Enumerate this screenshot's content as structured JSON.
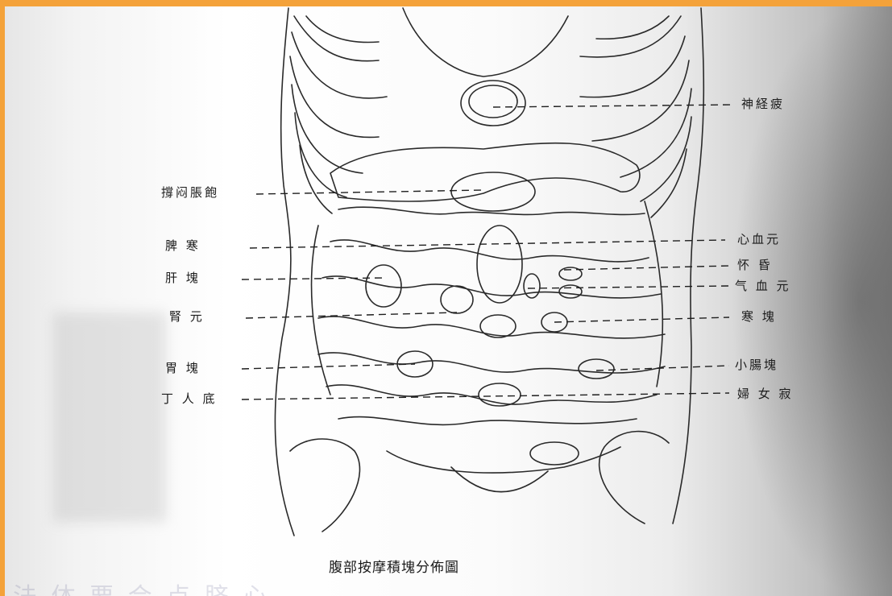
{
  "caption": "腹部按摩積塊分佈圖",
  "bleed_through": "法 体 要 合 点 脐 心",
  "labels": {
    "left": [
      "撐闷脹飽",
      "脾 寒",
      "肝 塊",
      "腎 元",
      "胃 塊",
      "丁 人 底"
    ],
    "right": [
      "神経疲",
      "心血元",
      "怀 昏",
      "气 血 元",
      "寒 塊",
      "小腸塊",
      "婦 女 寂"
    ]
  }
}
